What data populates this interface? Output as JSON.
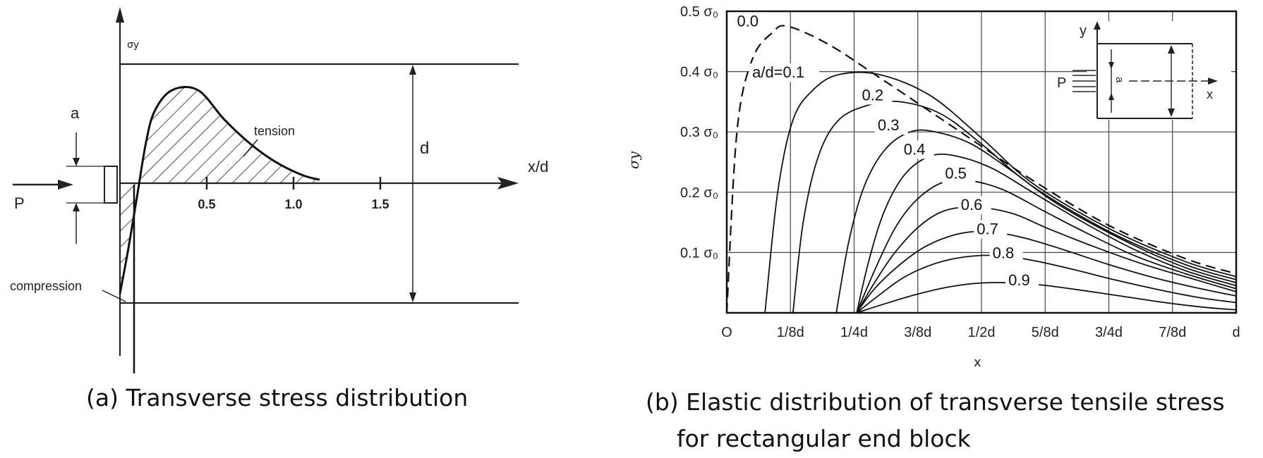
{
  "chart_data": [
    {
      "type": "area",
      "caption": "(a) Transverse stress distribution",
      "y_axis_label": "σy",
      "x_axis_label": "x/d",
      "x_ticks": [
        "0.5",
        "1.0",
        "1.5"
      ],
      "x_tick_values": [
        0.5,
        1.0,
        1.5
      ],
      "load_label": "P",
      "bearing_width_label": "a",
      "depth_label": "d",
      "region_labels": {
        "tension": "tension",
        "compression": "compression"
      },
      "series": [
        {
          "name": "σy / σ0",
          "x": [
            0.0,
            0.05,
            0.1,
            0.15,
            0.2,
            0.3,
            0.45,
            0.6,
            0.75,
            0.9,
            1.05,
            1.15
          ],
          "y": [
            -0.95,
            -0.55,
            -0.1,
            0.35,
            0.62,
            0.8,
            0.8,
            0.55,
            0.34,
            0.18,
            0.07,
            0.03
          ]
        }
      ]
    },
    {
      "type": "line",
      "caption_lines": [
        "(b) Elastic distribution of transverse tensile stress",
        "for rectangular end block"
      ],
      "y_axis_label": "σy",
      "x_axis_label": "x",
      "y_ticks": [
        "0.1 σ₀",
        "0.2 σ₀",
        "0.3 σ₀",
        "0.4 σ₀",
        "0.5 σ₀"
      ],
      "y_tick_values": [
        0.1,
        0.2,
        0.3,
        0.4,
        0.5
      ],
      "x_ticks": [
        "O",
        "1/8d",
        "1/4d",
        "3/8d",
        "1/2d",
        "5/8d",
        "3/4d",
        "7/8d",
        "d"
      ],
      "x_tick_values": [
        0,
        0.125,
        0.25,
        0.375,
        0.5,
        0.625,
        0.75,
        0.875,
        1.0
      ],
      "xlim": [
        0,
        1.0
      ],
      "ylim": [
        0,
        0.5
      ],
      "grid": true,
      "inset_labels": {
        "y": "y",
        "x": "x",
        "P": "P",
        "a": "a"
      },
      "series": [
        {
          "name": "0.0",
          "label": "0.0",
          "dashed": true,
          "x": [
            0.0,
            0.02,
            0.05,
            0.09,
            0.12,
            0.2,
            0.3,
            0.45,
            0.6,
            0.75,
            0.9,
            1.0
          ],
          "y": [
            0.0,
            0.3,
            0.42,
            0.465,
            0.475,
            0.445,
            0.39,
            0.305,
            0.22,
            0.145,
            0.09,
            0.065
          ]
        },
        {
          "name": "a/d=0.1",
          "label": "a/d=0.1",
          "x": [
            0.075,
            0.1,
            0.13,
            0.17,
            0.22,
            0.3,
            0.4,
            0.5,
            0.6,
            0.75,
            0.9,
            1.0
          ],
          "y": [
            0.0,
            0.2,
            0.32,
            0.37,
            0.395,
            0.395,
            0.36,
            0.29,
            0.215,
            0.14,
            0.085,
            0.06
          ]
        },
        {
          "name": "0.2",
          "label": "0.2",
          "x": [
            0.13,
            0.15,
            0.18,
            0.22,
            0.28,
            0.34,
            0.42,
            0.5,
            0.6,
            0.75,
            0.9,
            1.0
          ],
          "y": [
            0.0,
            0.15,
            0.26,
            0.32,
            0.345,
            0.35,
            0.33,
            0.28,
            0.21,
            0.135,
            0.08,
            0.055
          ]
        },
        {
          "name": "0.3",
          "label": "0.3",
          "x": [
            0.215,
            0.24,
            0.27,
            0.31,
            0.36,
            0.41,
            0.48,
            0.56,
            0.65,
            0.78,
            0.9,
            1.0
          ],
          "y": [
            0.0,
            0.12,
            0.21,
            0.27,
            0.3,
            0.3,
            0.28,
            0.235,
            0.18,
            0.12,
            0.075,
            0.05
          ]
        },
        {
          "name": "0.4",
          "label": "0.4",
          "x": [
            0.255,
            0.28,
            0.31,
            0.35,
            0.4,
            0.45,
            0.52,
            0.6,
            0.7,
            0.8,
            0.9,
            1.0
          ],
          "y": [
            0.0,
            0.09,
            0.17,
            0.23,
            0.26,
            0.26,
            0.24,
            0.2,
            0.15,
            0.105,
            0.07,
            0.045
          ]
        },
        {
          "name": "0.5",
          "label": "0.5",
          "x": [
            0.255,
            0.29,
            0.33,
            0.37,
            0.42,
            0.47,
            0.54,
            0.62,
            0.7,
            0.8,
            0.9,
            1.0
          ],
          "y": [
            0.0,
            0.07,
            0.14,
            0.185,
            0.215,
            0.22,
            0.205,
            0.17,
            0.135,
            0.095,
            0.065,
            0.04
          ]
        },
        {
          "name": "0.6",
          "label": "0.6",
          "x": [
            0.255,
            0.29,
            0.33,
            0.38,
            0.43,
            0.49,
            0.56,
            0.63,
            0.72,
            0.82,
            0.92,
            1.0
          ],
          "y": [
            0.0,
            0.05,
            0.1,
            0.145,
            0.17,
            0.175,
            0.165,
            0.14,
            0.11,
            0.08,
            0.055,
            0.035
          ]
        },
        {
          "name": "0.7",
          "label": "0.7",
          "x": [
            0.255,
            0.29,
            0.34,
            0.39,
            0.45,
            0.51,
            0.58,
            0.66,
            0.75,
            0.84,
            0.93,
            1.0
          ],
          "y": [
            0.0,
            0.04,
            0.08,
            0.11,
            0.13,
            0.135,
            0.125,
            0.105,
            0.08,
            0.058,
            0.04,
            0.028
          ]
        },
        {
          "name": "0.8",
          "label": "0.8",
          "x": [
            0.255,
            0.3,
            0.35,
            0.41,
            0.47,
            0.53,
            0.6,
            0.68,
            0.76,
            0.85,
            0.93,
            1.0
          ],
          "y": [
            0.0,
            0.03,
            0.06,
            0.082,
            0.093,
            0.095,
            0.087,
            0.072,
            0.055,
            0.038,
            0.025,
            0.017
          ]
        },
        {
          "name": "0.9",
          "label": "0.9",
          "x": [
            0.255,
            0.31,
            0.37,
            0.43,
            0.49,
            0.55,
            0.62,
            0.7,
            0.78,
            0.86,
            0.94,
            1.0
          ],
          "y": [
            0.0,
            0.015,
            0.03,
            0.042,
            0.049,
            0.05,
            0.046,
            0.037,
            0.027,
            0.017,
            0.009,
            0.005
          ]
        }
      ]
    }
  ]
}
